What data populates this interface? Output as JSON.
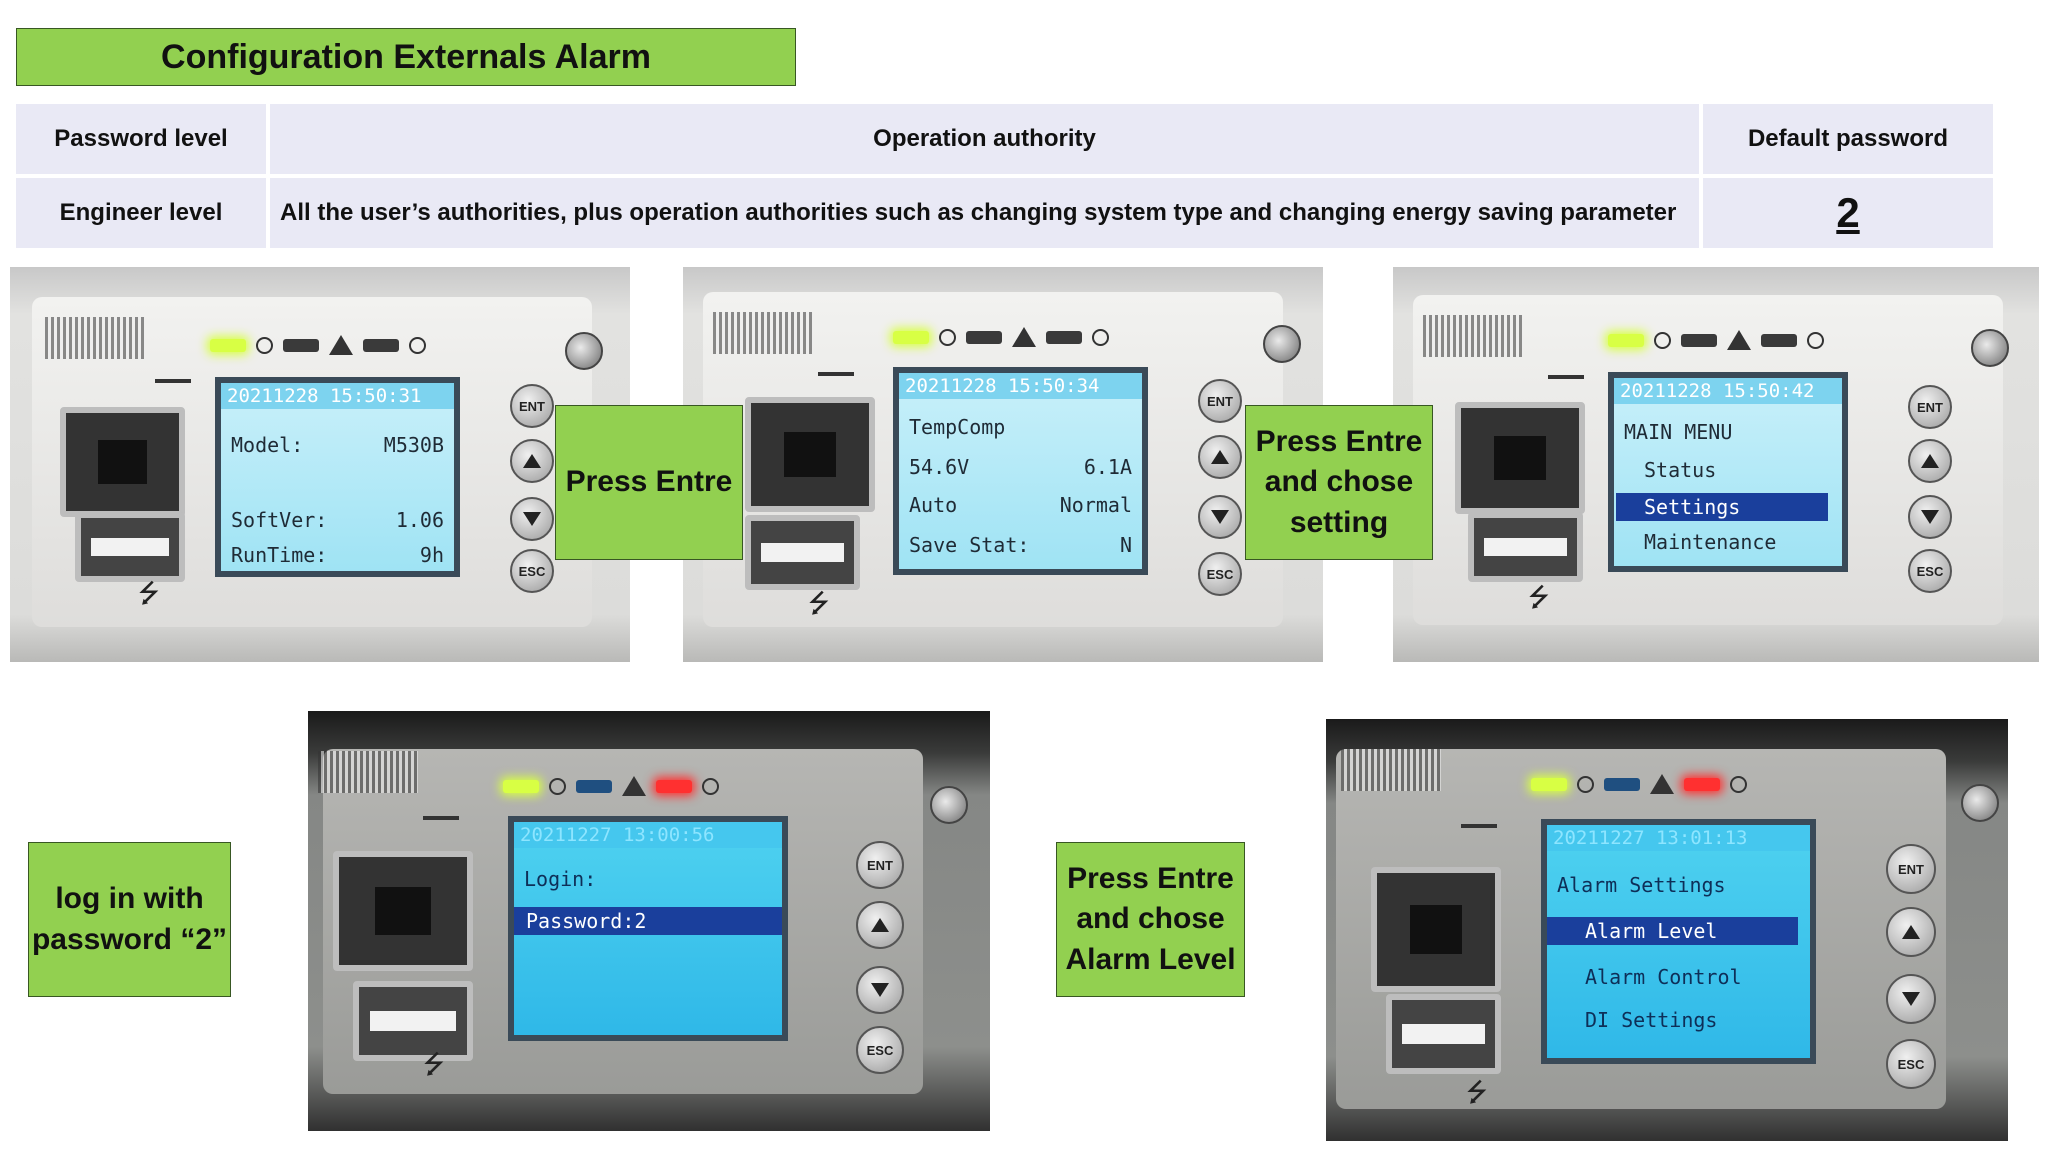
{
  "title": "Configuration Externals  Alarm",
  "table": {
    "headers": [
      "Password level",
      "Operation authority",
      "Default password"
    ],
    "rows": [
      [
        "Engineer level",
        "All the user’s authorities, plus operation authorities such as changing system type and changing energy saving parameter",
        "2"
      ]
    ]
  },
  "callouts": {
    "press_entre": "Press Entre",
    "press_entre_setting": "Press Entre\nand chose\nsetting",
    "log_in": "log in with\npassword  “2”",
    "press_entre_alarm": "Press Entre\nand chose\nAlarm Level"
  },
  "buttons": {
    "ent": "ENT",
    "esc": "ESC"
  },
  "usb_symbol": "⭍",
  "screens": {
    "s1": {
      "header": "20211228  15:50:31",
      "model_label": "Model:",
      "model_value": "M530B",
      "softver_label": "SoftVer:",
      "softver_value": "1.06",
      "runtime_label": "RunTime:",
      "runtime_value": "9h"
    },
    "s2": {
      "header": "20211228  15:50:34",
      "line1": "TempComp",
      "line2_left": "54.6V",
      "line2_right": "6.1A",
      "line3_left": "Auto",
      "line3_right": "Normal",
      "line4_left": "Save Stat:",
      "line4_right": "N"
    },
    "s3": {
      "header": "20211228  15:50:42",
      "title": "MAIN MENU",
      "items": [
        "Status",
        "Settings",
        "Maintenance"
      ]
    },
    "s4": {
      "header": "20211227  13:00:56",
      "line1": "Login:",
      "selected": "Password:2"
    },
    "s5": {
      "header": "20211227  13:01:13",
      "items": [
        "Alarm Settings",
        "Alarm Level",
        "Alarm Control",
        "DI Settings"
      ]
    }
  },
  "colors": {
    "callout_green": "#92d050",
    "table_bg": "#e9e9f5",
    "selection_blue": "#1a3f9c"
  }
}
